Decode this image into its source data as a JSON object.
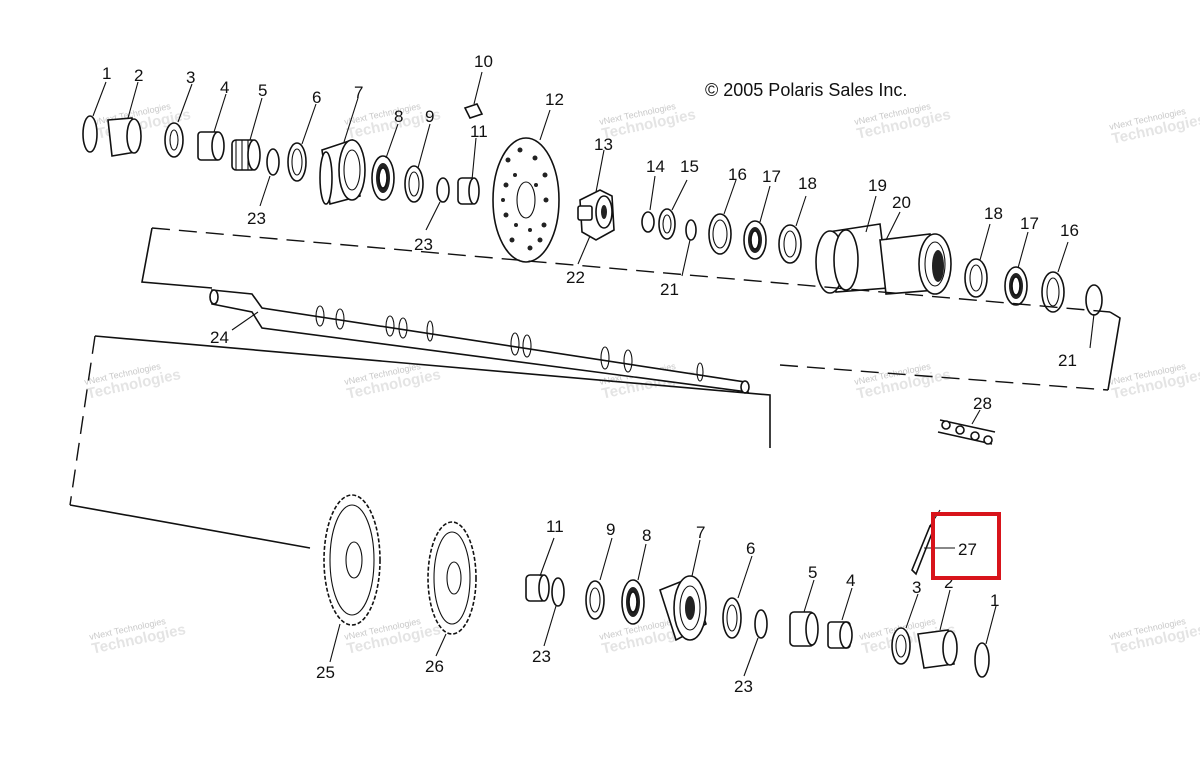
{
  "copyright": "© 2005 Polaris Sales Inc.",
  "watermark": {
    "line1": "vNext Technologies",
    "line2": "Technologies"
  },
  "highlight": {
    "part": "27",
    "color": "#d8141b"
  },
  "callouts": [
    {
      "id": "c1a",
      "label": "1"
    },
    {
      "id": "c2a",
      "label": "2"
    },
    {
      "id": "c3a",
      "label": "3"
    },
    {
      "id": "c4a",
      "label": "4"
    },
    {
      "id": "c5a",
      "label": "5"
    },
    {
      "id": "c6a",
      "label": "6"
    },
    {
      "id": "c7a",
      "label": "7"
    },
    {
      "id": "c8a",
      "label": "8"
    },
    {
      "id": "c9a",
      "label": "9"
    },
    {
      "id": "c10",
      "label": "10"
    },
    {
      "id": "c11a",
      "label": "11"
    },
    {
      "id": "c12",
      "label": "12"
    },
    {
      "id": "c13",
      "label": "13"
    },
    {
      "id": "c14",
      "label": "14"
    },
    {
      "id": "c15",
      "label": "15"
    },
    {
      "id": "c16a",
      "label": "16"
    },
    {
      "id": "c17a",
      "label": "17"
    },
    {
      "id": "c18a",
      "label": "18"
    },
    {
      "id": "c19",
      "label": "19"
    },
    {
      "id": "c20",
      "label": "20"
    },
    {
      "id": "c18b",
      "label": "18"
    },
    {
      "id": "c17b",
      "label": "17"
    },
    {
      "id": "c16b",
      "label": "16"
    },
    {
      "id": "c21a",
      "label": "21"
    },
    {
      "id": "c21b",
      "label": "21"
    },
    {
      "id": "c22",
      "label": "22"
    },
    {
      "id": "c23a",
      "label": "23"
    },
    {
      "id": "c23b",
      "label": "23"
    },
    {
      "id": "c24",
      "label": "24"
    },
    {
      "id": "c28",
      "label": "28"
    },
    {
      "id": "c27",
      "label": "27"
    },
    {
      "id": "c11b",
      "label": "11"
    },
    {
      "id": "c9b",
      "label": "9"
    },
    {
      "id": "c8b",
      "label": "8"
    },
    {
      "id": "c7b",
      "label": "7"
    },
    {
      "id": "c6b",
      "label": "6"
    },
    {
      "id": "c5b",
      "label": "5"
    },
    {
      "id": "c4b",
      "label": "4"
    },
    {
      "id": "c3b",
      "label": "3"
    },
    {
      "id": "c2b",
      "label": "2"
    },
    {
      "id": "c1b",
      "label": "1"
    },
    {
      "id": "c23c",
      "label": "23"
    },
    {
      "id": "c23d",
      "label": "23"
    },
    {
      "id": "c25",
      "label": "25"
    },
    {
      "id": "c26",
      "label": "26"
    }
  ]
}
